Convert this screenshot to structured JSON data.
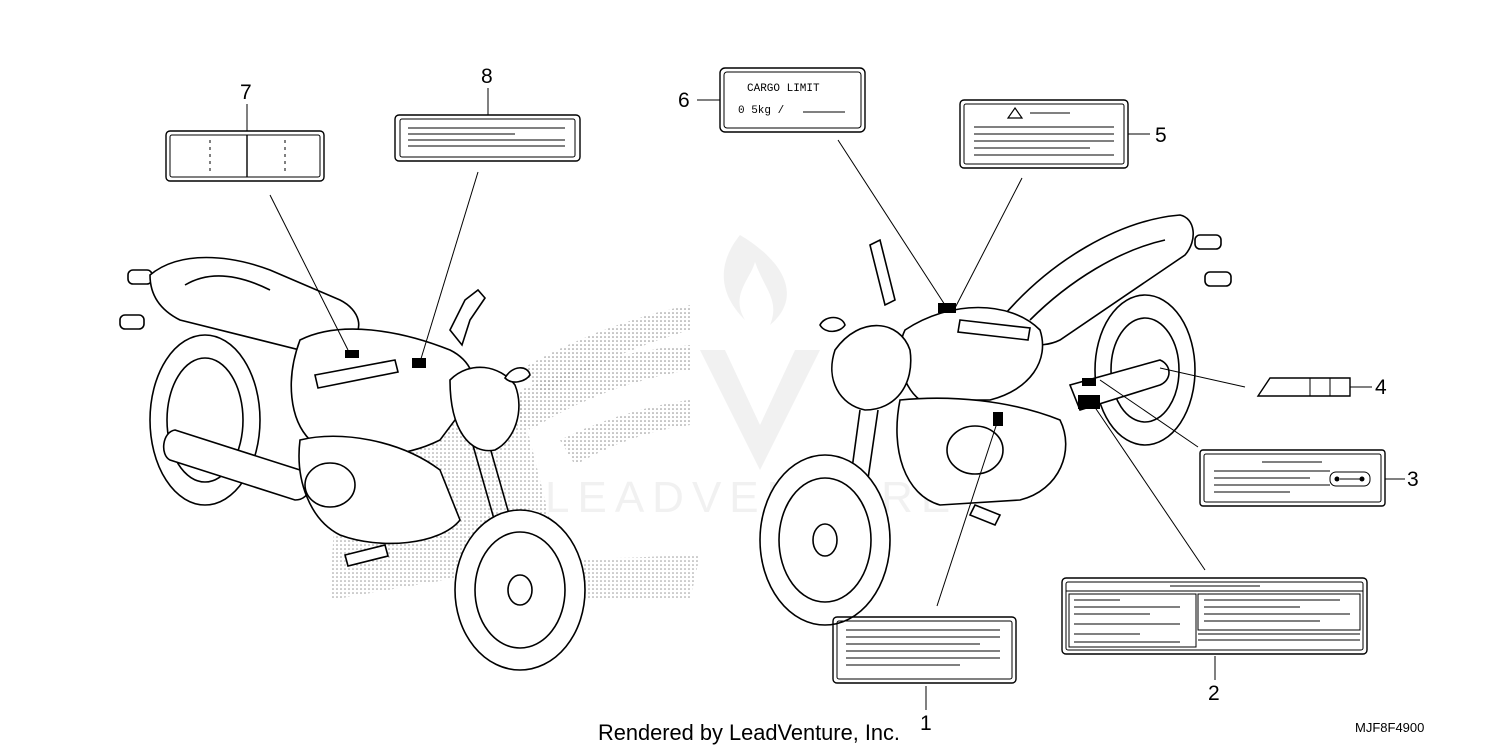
{
  "callouts": {
    "c1": "1",
    "c2": "2",
    "c3": "3",
    "c4": "4",
    "c5": "5",
    "c6": "6",
    "c7": "7",
    "c8": "8"
  },
  "cargo_label": {
    "title": "CARGO LIMIT",
    "value": "0 5kg  /"
  },
  "watermark_text": "LEADVENTURE",
  "footer": {
    "rendered_by": "Rendered by LeadVenture, Inc.",
    "part_code": "MJF8F4900"
  },
  "colors": {
    "line": "#000000",
    "watermark": "#e6e6e6",
    "dots": "#9a9a9a"
  }
}
